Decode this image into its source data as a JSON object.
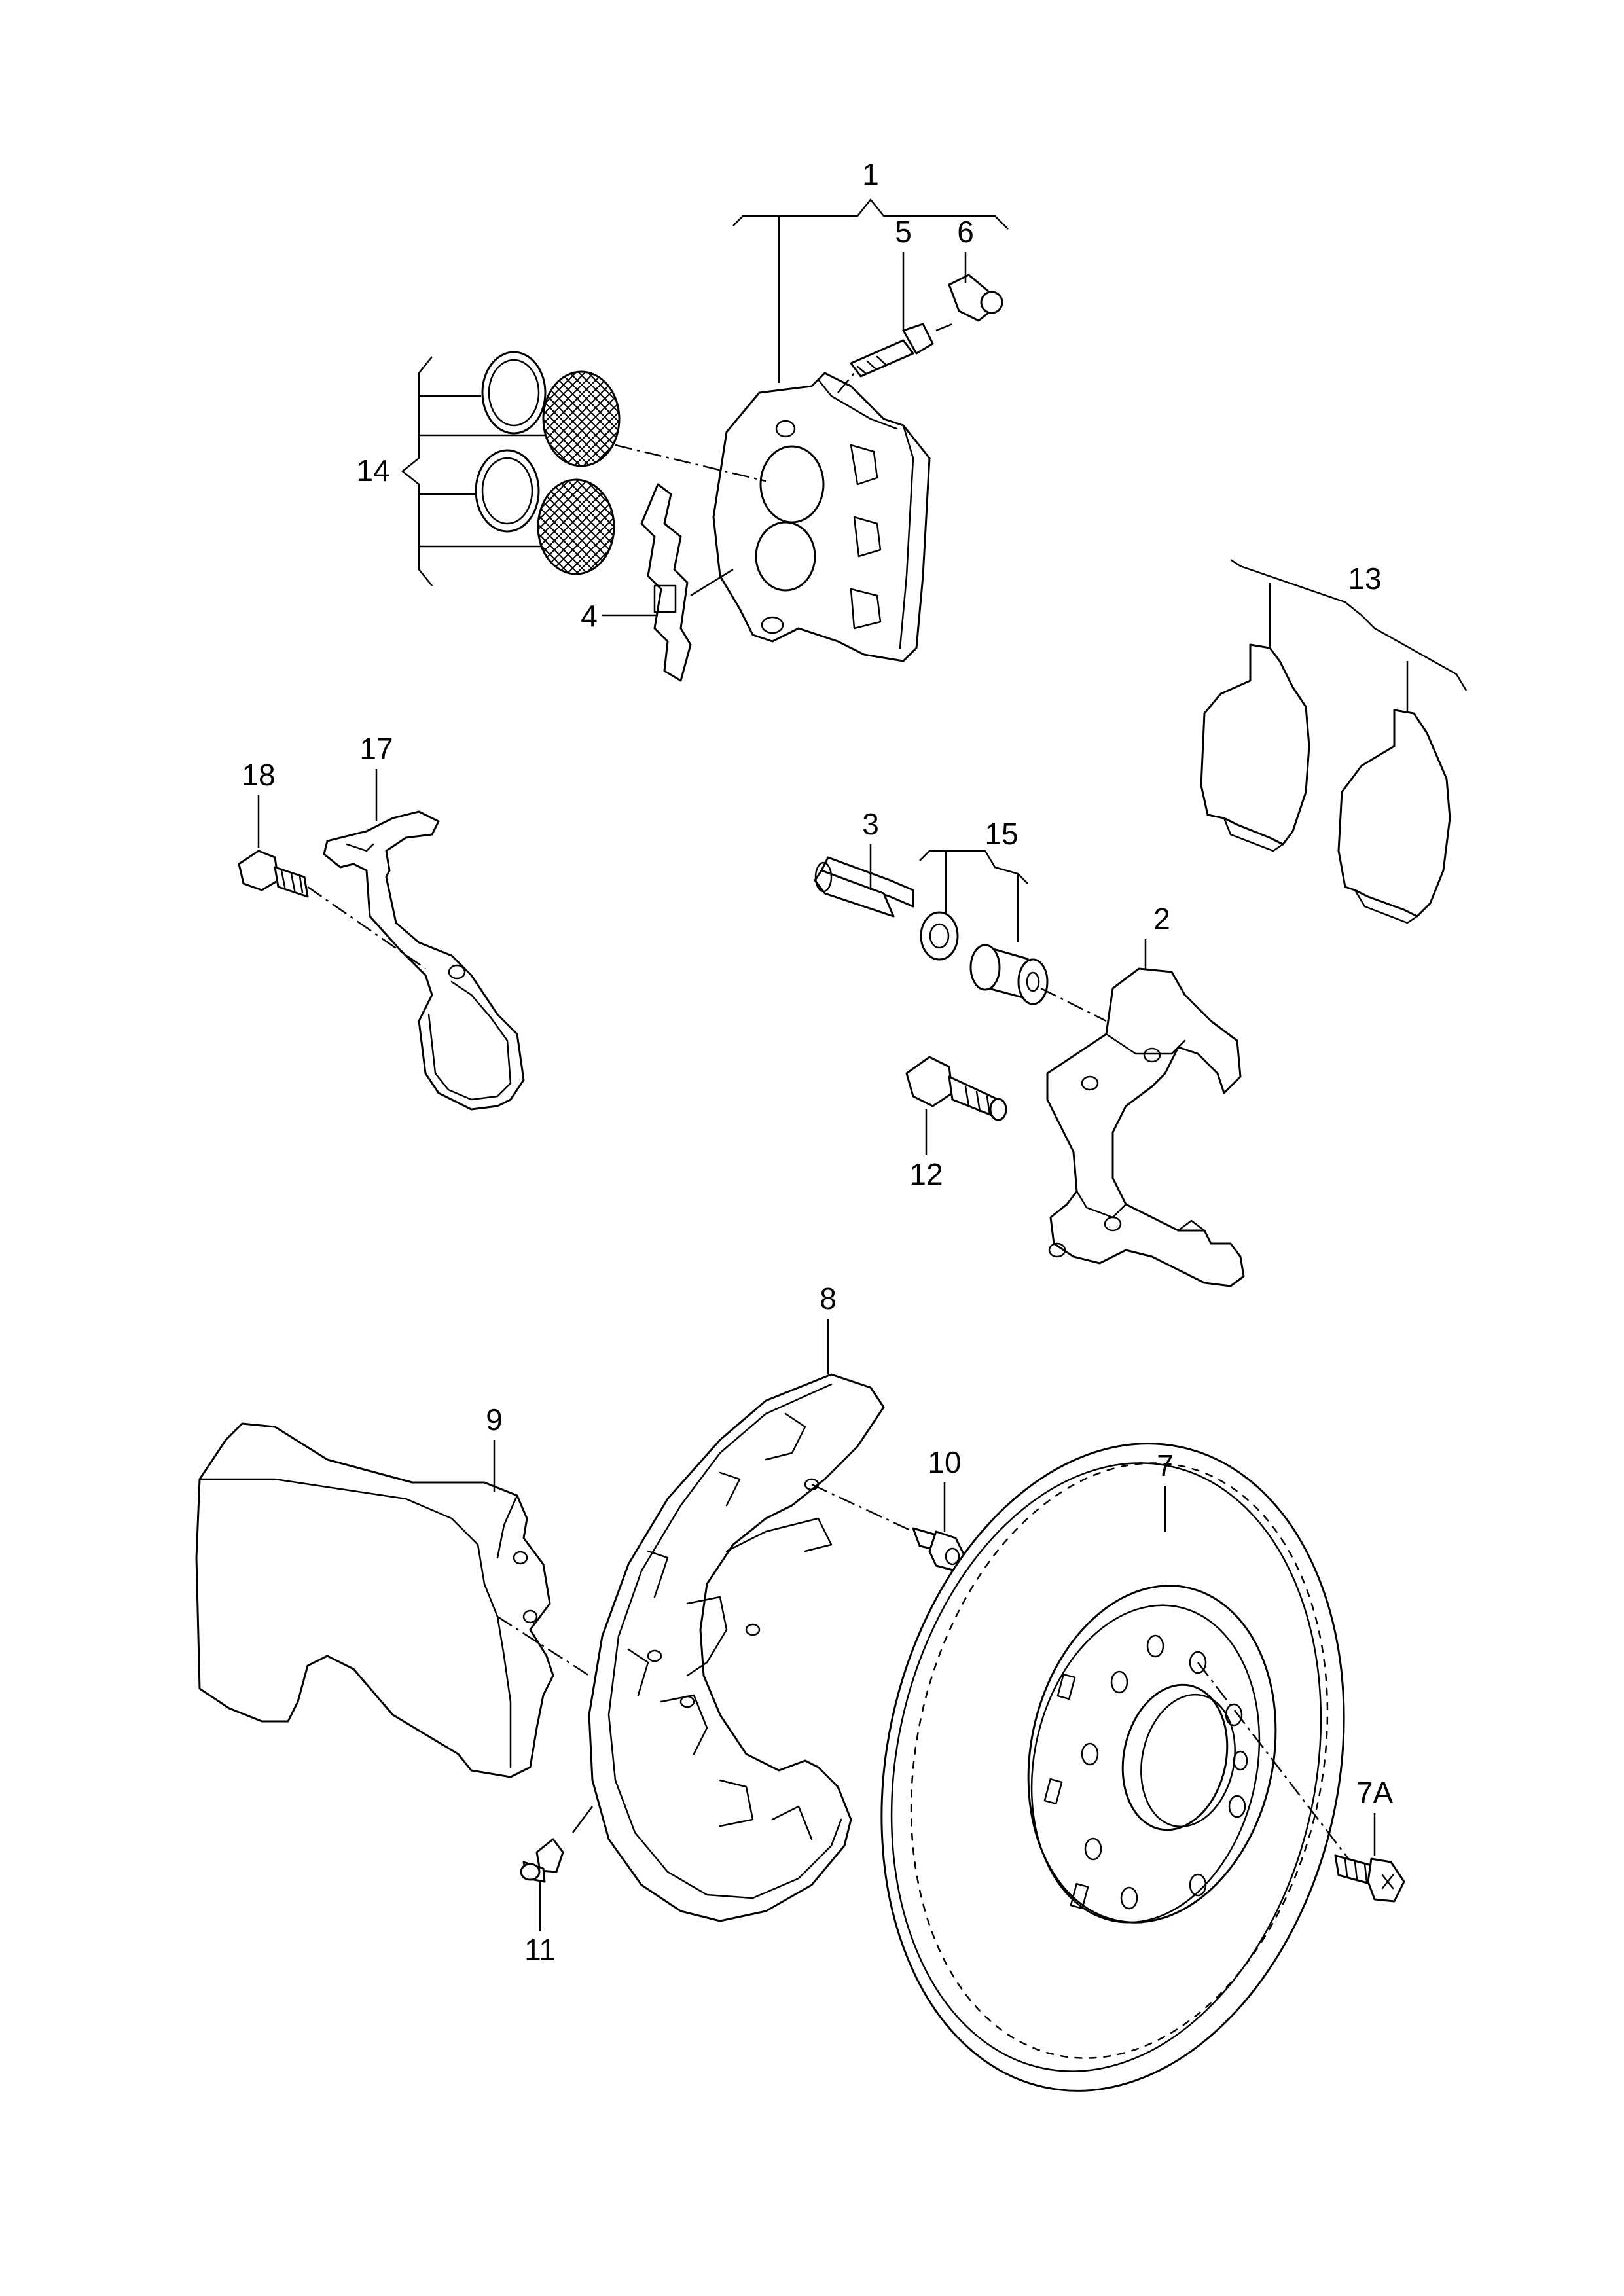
{
  "callouts": {
    "c1": "1",
    "c2": "2",
    "c3": "3",
    "c4": "4",
    "c5": "5",
    "c6": "6",
    "c7": "7",
    "c7a": "7A",
    "c8": "8",
    "c9": "9",
    "c10": "10",
    "c11": "11",
    "c12": "12",
    "c13": "13",
    "c14": "14",
    "c15": "15",
    "c17": "17",
    "c18": "18"
  },
  "colors": {
    "line": "#000000",
    "background": "#ffffff"
  }
}
